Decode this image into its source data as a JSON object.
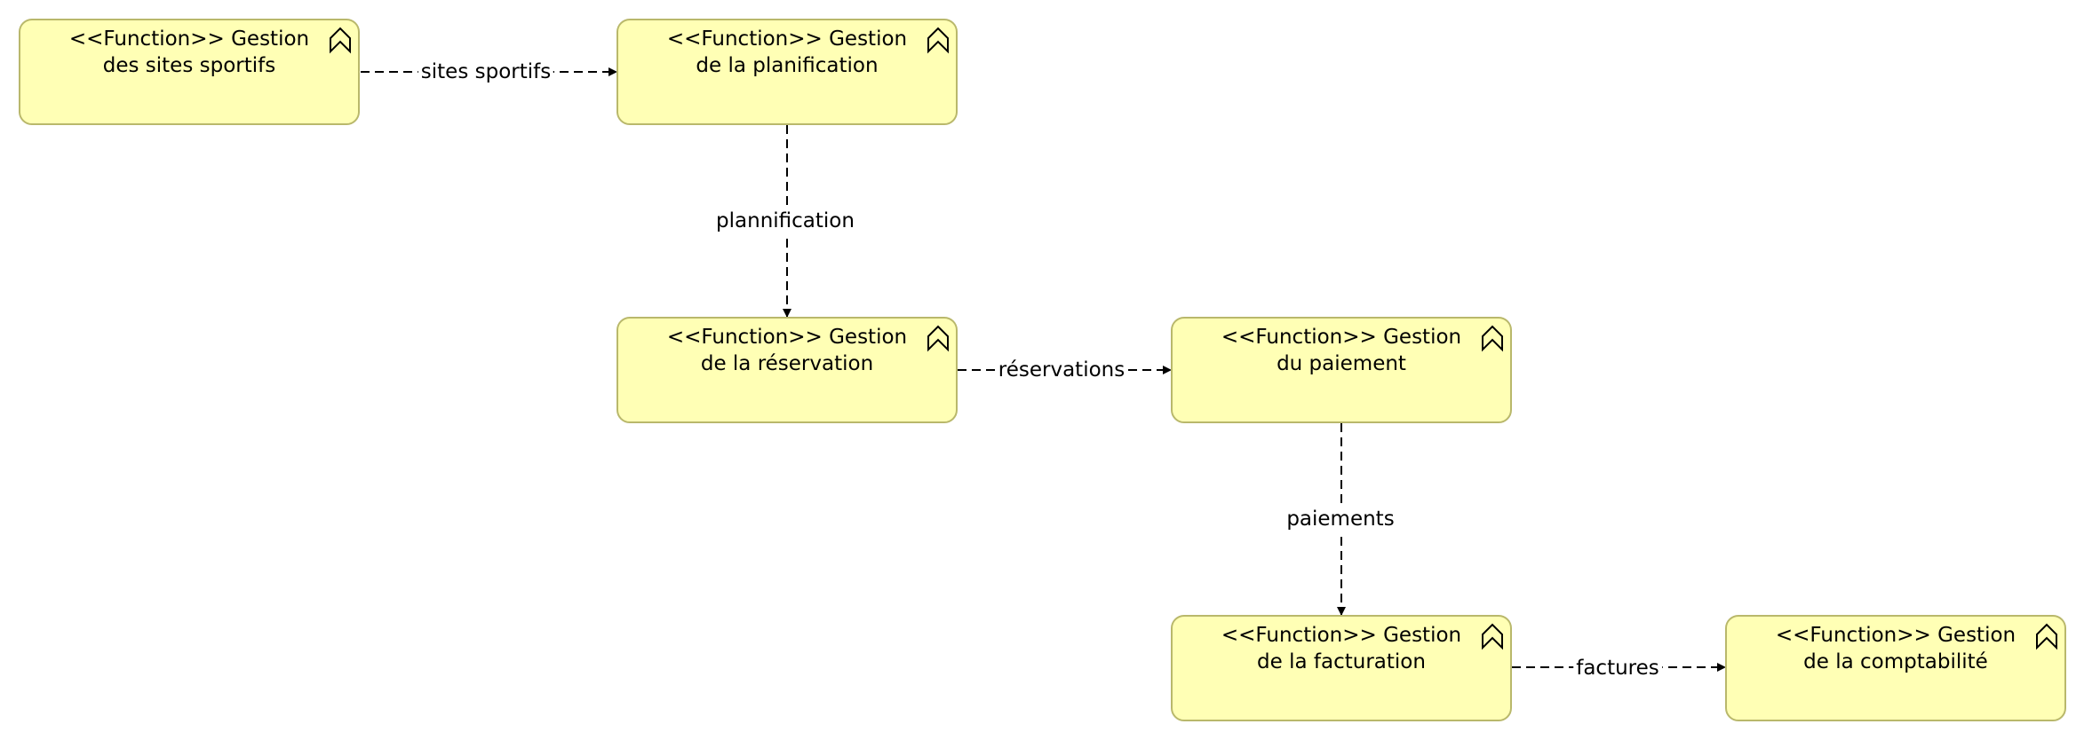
{
  "nodes": {
    "sites": {
      "line1": "<<Function>> Gestion",
      "line2": "des sites sportifs"
    },
    "planification": {
      "line1": "<<Function>> Gestion",
      "line2": "de la planification"
    },
    "reservation": {
      "line1": "<<Function>> Gestion",
      "line2": "de la réservation"
    },
    "paiement": {
      "line1": "<<Function>> Gestion",
      "line2": "du paiement"
    },
    "facturation": {
      "line1": "<<Function>> Gestion",
      "line2": "de la facturation"
    },
    "comptabilite": {
      "line1": "<<Function>> Gestion",
      "line2": "de la comptabilité"
    }
  },
  "edges": {
    "sites_to_planification": "sites sportifs",
    "planification_to_reservation": "plannification",
    "reservation_to_paiement": "réservations",
    "paiement_to_facturation": "paiements",
    "facturation_to_comptabilite": "factures"
  },
  "colors": {
    "node_fill": "#ffffb5",
    "node_border": "#b9b86b",
    "line": "#000000"
  },
  "icons": {
    "function": "function-chevron-icon"
  }
}
